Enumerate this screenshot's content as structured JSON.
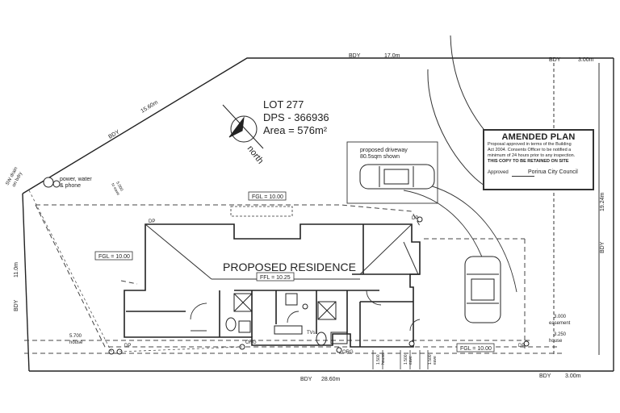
{
  "lot": {
    "line1": "LOT 277",
    "line2": "DPS - 366936",
    "line3": "Area = 576m²"
  },
  "north_label": "north",
  "residence_label": "PROPOSED RESIDENCE",
  "labels": {
    "bdy_top": "BDY",
    "dim_top": "17.0m",
    "bdy_top_right": "BDY",
    "dim_top_right": "3.00m",
    "bdy_left_diag": "BDY",
    "dim_left_diag": "15.60m",
    "bdy_left": "BDY",
    "dim_left": "11.0m",
    "bdy_right": "BDY",
    "dim_right": "19.24m",
    "bdy_bottom": "BDY",
    "dim_bottom": "28.60m",
    "bdy_bottom_right": "BDY",
    "dim_bottom_right": "3.00m",
    "services": "power, water",
    "services2": "& phone",
    "corner_note1": "SW drain",
    "corner_note2": "on bdry",
    "driveway1": "proposed driveway",
    "driveway2": "80.5sqm shown",
    "fgl_top": "FGL = 10.00",
    "fgl_left": "FGL = 10.00",
    "ffl": "FFL = 10.25",
    "fgl_bottom": "FGL = 10.00",
    "dp_tl": "DP",
    "dp_bl": "DP",
    "dp_br": "DP",
    "dp_tr": "DP",
    "org1": "ORG",
    "org2": "ORG",
    "tv": "TVs",
    "setback_left_val": "5.700",
    "setback_left_lbl": "house",
    "setback_right1_val": "3.000",
    "setback_right1_lbl": "easement",
    "setback_right2_val": "3.250",
    "setback_right2_lbl": "house",
    "set_a_val": "1.500",
    "set_a_lbl": "house",
    "set_b_val": "1.500",
    "set_b_lbl": "eave",
    "set_c_val": "1.500",
    "set_c_lbl": "eave",
    "dim_diag_val": "5.000",
    "dim_diag_lbl": "to eave"
  },
  "stamp": {
    "title": "AMENDED PLAN",
    "line1": "Proposal approved in terms of the Building",
    "line2": "Act 2004. Consents Officer to be notified a",
    "line3": "minimum of 24 hours prior to any inspection.",
    "line4": "THIS COPY TO BE RETAINED ON SITE",
    "approved": "Approved",
    "council": "Porirua City Council"
  }
}
